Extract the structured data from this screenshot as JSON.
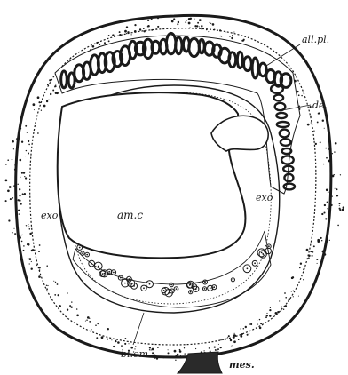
{
  "labels": {
    "allantoic_placenta": "all.pl.",
    "decidua": "de.",
    "exocoelom_left": "exo",
    "exocoelom_right": "exo",
    "amniotic_cavity": "am.c",
    "bilaminar_omphalopleure": "bi.om.",
    "mesometrium": "mes."
  },
  "colors": {
    "ink": "#1a1a1a",
    "background": "#ffffff"
  }
}
